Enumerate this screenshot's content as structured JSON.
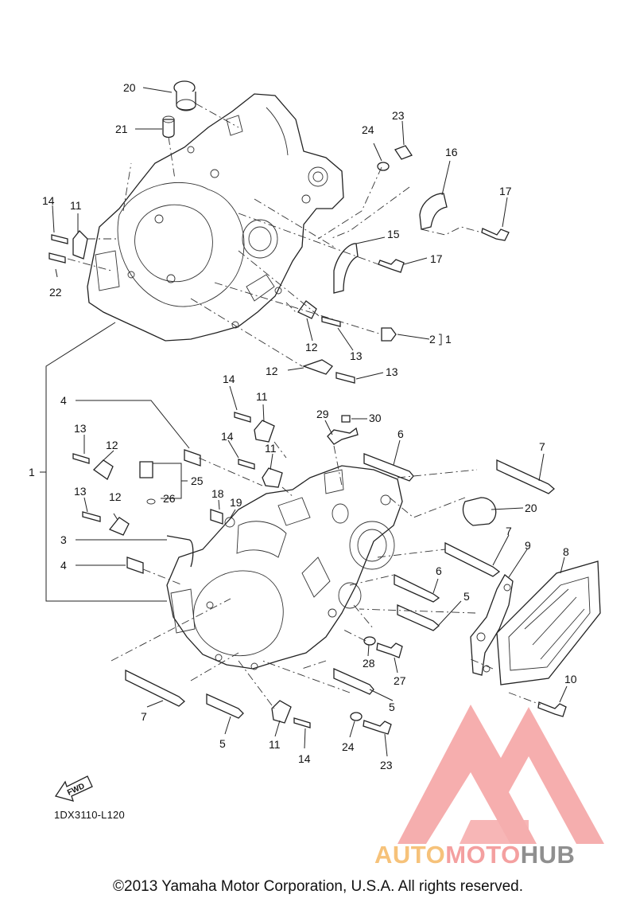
{
  "diagram": {
    "callouts": {
      "c1": "1",
      "c2": "2",
      "c2b": "1",
      "c3": "3",
      "c4a": "4",
      "c4b": "4",
      "c5a": "5",
      "c5b": "5",
      "c5c": "5",
      "c6a": "6",
      "c6b": "6",
      "c7a": "7",
      "c7b": "7",
      "c7c": "7",
      "c8": "8",
      "c9": "9",
      "c10": "10",
      "c11a": "11",
      "c11b": "11",
      "c11c": "11",
      "c11d": "11",
      "c12a": "12",
      "c12b": "12",
      "c12c": "12",
      "c12d": "12",
      "c13a": "13",
      "c13b": "13",
      "c13c": "13",
      "c13d": "13",
      "c14a": "14",
      "c14b": "14",
      "c14c": "14",
      "c14d": "14",
      "c15": "15",
      "c16": "16",
      "c17a": "17",
      "c17b": "17",
      "c18": "18",
      "c19": "19",
      "c20a": "20",
      "c20b": "20",
      "c21": "21",
      "c22": "22",
      "c23a": "23",
      "c23b": "23",
      "c24a": "24",
      "c24b": "24",
      "c25": "25",
      "c26": "26",
      "c27": "27",
      "c28": "28",
      "c29": "29",
      "c30": "30"
    },
    "fwd_label": "FWD",
    "drawing_code": "1DX3110-L120"
  },
  "footer": {
    "copyright": "©2013 Yamaha Motor Corporation, U.S.A. All rights reserved."
  },
  "watermark": {
    "word_part1": "AUTO",
    "word_part2": "MOTO",
    "word_part3": "HUB",
    "colors": {
      "auto": "#f6c27a",
      "moto": "#f4a0a0",
      "hub": "#8f8f8f",
      "logo": "#f4a0a0"
    }
  }
}
